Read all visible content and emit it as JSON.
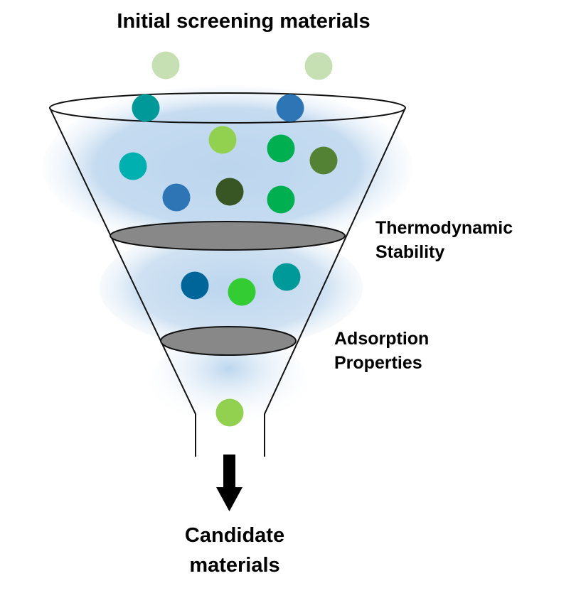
{
  "title": "Initial screening materials",
  "stages": [
    {
      "line1": "Thermodynamic",
      "line2": "Stability"
    },
    {
      "line1": "Adsorption",
      "line2": "Properties"
    }
  ],
  "output_label": {
    "line1": "Candidate",
    "line2": "materials"
  },
  "colors": {
    "funnel_fill": "#bcd6ee",
    "filter_fill": "#888888",
    "outline": "#111111"
  },
  "particles": {
    "above_funnel": [
      "#c6e0b4",
      "#c6e0b4"
    ],
    "stage0": [
      "#009999",
      "#2e75b6",
      "#92d050",
      "#00b050",
      "#548235",
      "#00b0b0",
      "#2e75b6",
      "#375623",
      "#00b050"
    ],
    "stage1": [
      "#006699",
      "#33cc33",
      "#009999"
    ],
    "stage2": [
      "#92d050"
    ]
  }
}
